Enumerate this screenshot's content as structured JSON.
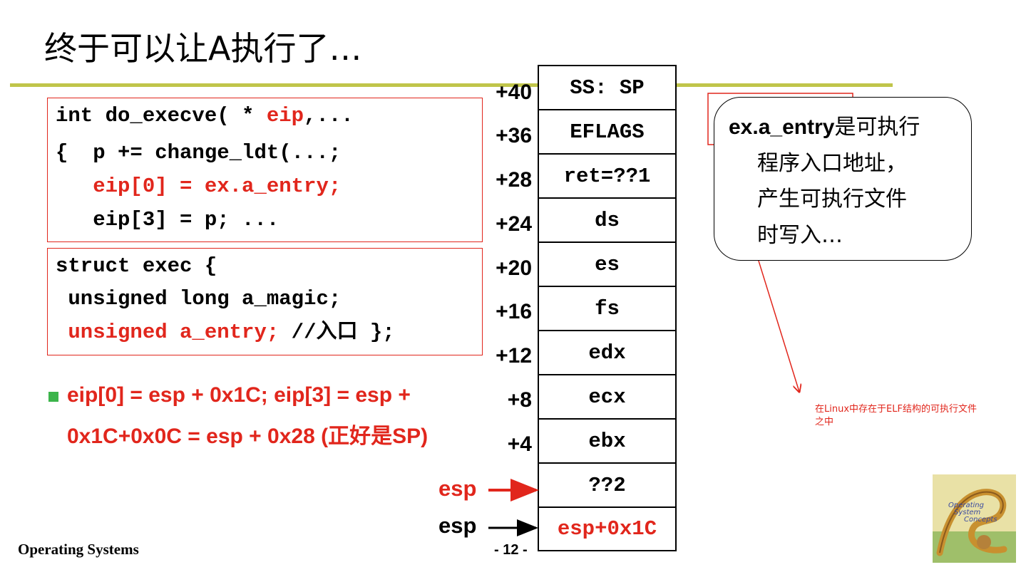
{
  "slide": {
    "title": "终于可以让A执行了…",
    "footer_left": "Operating Systems",
    "page_number": "- 12 -"
  },
  "code_box_1": {
    "line1_prefix": "int do_execve( * ",
    "line1_red": "eip",
    "line1_suffix": ",...",
    "line2": "{  p += change_ldt(...;",
    "line3_red": "   eip[0] = ex.a_entry;",
    "line4": "   eip[3] = p; ..."
  },
  "code_box_2": {
    "line1": "struct exec {",
    "line2": " unsigned long a_magic;",
    "line3_red": " unsigned a_entry;",
    "line3_suffix": " //入口 };"
  },
  "bullet": {
    "line1": "eip[0] = esp + 0x1C; eip[3] = esp +",
    "line2": "0x1C+0x0C = esp + 0x28 (正好是SP)"
  },
  "stack": {
    "cells": [
      "SS: SP",
      "EFLAGS",
      "ret=??1",
      "ds",
      "es",
      "fs",
      "edx",
      "ecx",
      "ebx",
      "??2",
      "esp+0x1C"
    ],
    "offsets": [
      "+40",
      "+36",
      "+28",
      "+24",
      "+20",
      "+16",
      "+12",
      "+8",
      "+4"
    ],
    "esp_red_label": "esp",
    "esp_black_label": "esp"
  },
  "callout": {
    "line1_bold": "ex.a_entry",
    "line1_rest": "是可执行",
    "line2": "程序入口地址，",
    "line3": "产生可执行文件",
    "line4": "时写入…"
  },
  "annotation": {
    "line1": "在Linux中存在于ELF结构的可执行文件",
    "line2": "之中"
  },
  "colors": {
    "accent_red": "#e1261c",
    "title_bar": "#c0c54a",
    "bullet_green": "#3cb44b"
  },
  "icons": {
    "book_cover": "operating-system-concepts-book-icon"
  }
}
